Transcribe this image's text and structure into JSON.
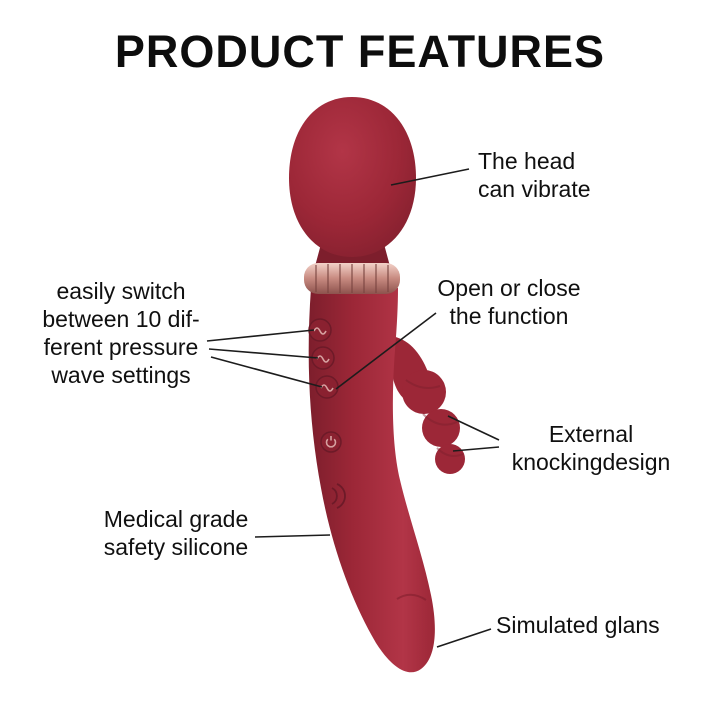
{
  "title": "PRODUCT FEATURES",
  "annotations": {
    "head": {
      "text": "The head\ncan vibrate"
    },
    "pressure": {
      "text": "easily switch\nbetween 10 dif-\nferent pressure\nwave settings"
    },
    "function": {
      "text": "Open or close\nthe function"
    },
    "knocking": {
      "text": "External\nknockingdesign"
    },
    "silicone": {
      "text": "Medical grade\nsafety silicone"
    },
    "glans": {
      "text": "Simulated glans"
    }
  },
  "colors": {
    "background": "#ffffff",
    "text": "#101010",
    "leader_line": "#1c1c1c",
    "device_light": "#b23547",
    "device_body": "#9c2737",
    "device_dark": "#7d1e2c",
    "band_light": "#f3d2c9",
    "band_mid": "#c78a80",
    "band_dark": "#8d524d",
    "band_stripe": "#7a4440",
    "button_fill": "#8a2130",
    "button_stroke": "#6d1a28",
    "button_icon": "#d6a1a0"
  }
}
